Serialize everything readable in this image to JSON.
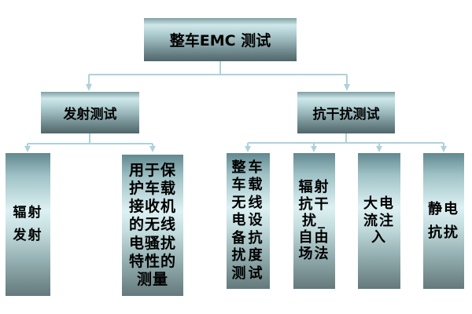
{
  "flowchart": {
    "root": {
      "label": "整车EMC 测试"
    },
    "level2": [
      {
        "id": "emission-test",
        "label": "发射测试"
      },
      {
        "id": "immunity-test",
        "label": "抗干扰测试"
      }
    ],
    "leaves": [
      {
        "id": "radiated-emission",
        "parent": "emission-test",
        "label": "辐射\n发射"
      },
      {
        "id": "receiver-protection-measurement",
        "parent": "emission-test",
        "label": "用于保\n护车载\n接收机\n的无线\n电骚扰\n特性的\n测量"
      },
      {
        "id": "vehicle-onboard-radio-immunity",
        "parent": "immunity-test",
        "label": "整车\n车载\n无线\n电设\n备抗\n扰度\n测试"
      },
      {
        "id": "radiated-immunity-free-field",
        "parent": "immunity-test",
        "label": "辐射\n抗干\n扰_\n自由\n场法"
      },
      {
        "id": "bulk-current-injection",
        "parent": "immunity-test",
        "label": "大电\n流注\n入"
      },
      {
        "id": "esd-immunity",
        "parent": "immunity-test",
        "label": "静电\n抗扰"
      }
    ]
  },
  "colors": {
    "background": "#ffffff",
    "connector": "#aed2da",
    "box_gradient_top": "#7fa0a4",
    "box_gradient_light": "#ddf1f3",
    "box_gradient_bottom": "#50666a",
    "text": "#000000"
  }
}
